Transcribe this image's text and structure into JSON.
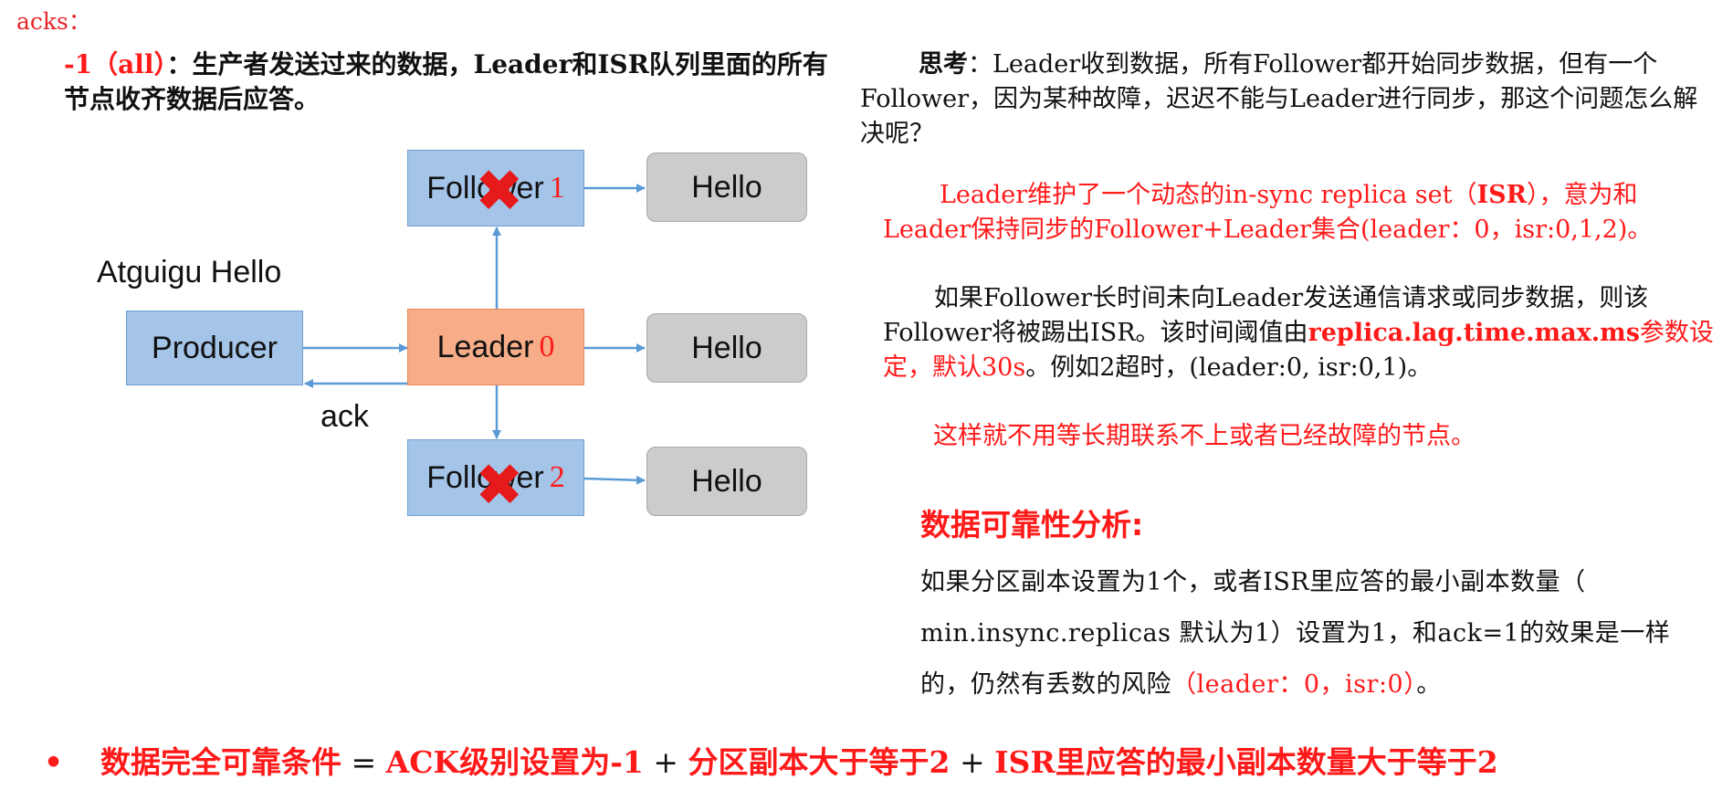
{
  "acks_label": "acks：",
  "left_heading": {
    "part1": "-1（all）",
    "part2": "：生产者发送过来的数据，Leader和ISR队列里面的所有节点收齐数据后应答。"
  },
  "diagram": {
    "producer_title": "Atguigu Hello",
    "producer": "Producer",
    "leader": {
      "text": "Leader",
      "num": "0"
    },
    "follower1": {
      "text": "Follower",
      "num": "1"
    },
    "follower2": {
      "text": "Follower",
      "num": "2"
    },
    "hello": "Hello",
    "ack": "ack",
    "x_mark": "✖"
  },
  "think": {
    "label": "思考",
    "text": "：Leader收到数据，所有Follower都开始同步数据，但有一个Follower，因为某种故障，迟迟不能与Leader进行同步，那这个问题怎么解决呢？"
  },
  "isr_def": {
    "a": "Leader维护了一个动态的in-sync replica set（",
    "b": "ISR",
    "c": "），意为和Leader保持同步的Follower+Leader集合(leader：0，isr:0,1,2)。"
  },
  "long_time": {
    "a": "如果Follower长时间未向Leader发送通信请求或同步数据，则该Follower将被踢出ISR。该时间阈值由",
    "b": "replica.lag.time.max.ms",
    "c": "参数设定，默认30s",
    "d": "。例如2超时，(leader:0, isr:0,1)。"
  },
  "no_wait": "这样就不用等长期联系不上或者已经故障的节点。",
  "reliability": {
    "title": "数据可靠性分析:",
    "a": "如果分区副本设置为1个，或者ISR里应答的最小副本数量（ min.insync.replicas 默认为1）设置为1，和ack=1的效果是一样的，仍然有丢数的风险",
    "b": "（leader：0，isr:0）",
    "c": "。"
  },
  "bottom": {
    "bullet": "•",
    "title": "数据完全可靠条件",
    "eq": " = ",
    "c1": "ACK级别设置为-1",
    "plus1": " + ",
    "c2": "分区副本大于等于2",
    "plus2": " + ",
    "c3": "ISR里应答的最小副本数量大于等于2"
  },
  "colors": {
    "red": "#ff1a1a",
    "blue": "#a4c4e8",
    "orange": "#f6ad88",
    "gray": "#cccccc",
    "arrow": "#5b9bd5"
  }
}
